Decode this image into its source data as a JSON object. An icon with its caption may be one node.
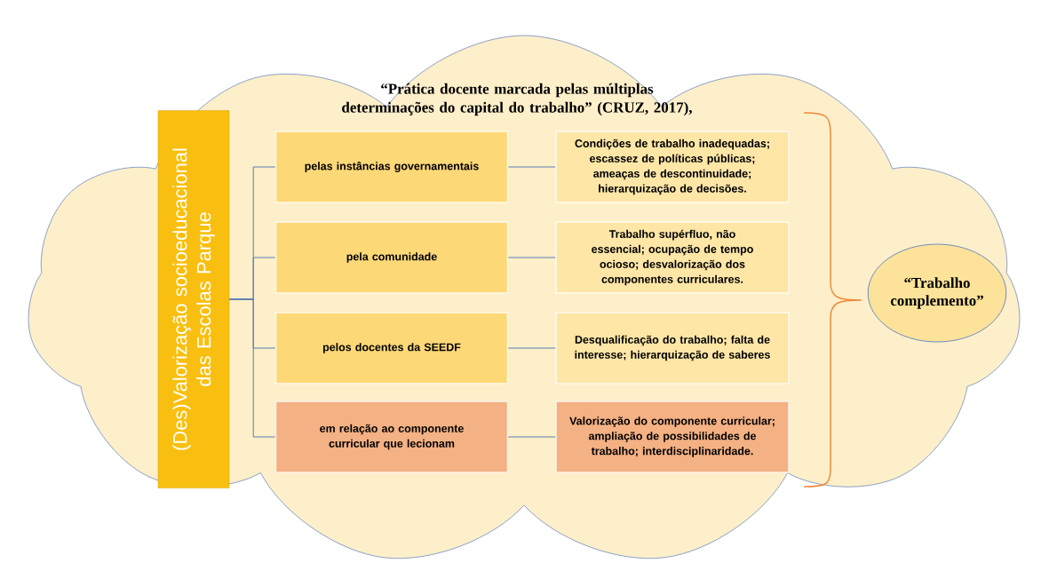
{
  "diagram": {
    "nodes": [
      {
        "text": [
          "“Prática docente marcada pelas múltiplas determinações do capital do trabalho” (CRUZ, 2017),"
        ]
      },
      {
        "text": [
          "(Des)Valorização socioeducacional das Escolas Parque"
        ],
        "in": 0
      },
      {
        "text": [
          "pelas instâncias governamentais"
        ],
        "in": 0
      },
      {
        "text": [
          "pela comunidade"
        ],
        "in": 0
      },
      {
        "text": [
          "pelos docentes da SEEDF"
        ],
        "in": 0
      },
      {
        "text": [
          "em relação ao componente curricular que lecionam"
        ],
        "in": 0
      },
      {
        "text": [
          "Condições de trabalho inadequadas; escassez de políticas públicas; ameaças de descontinuidade; hierarquização de decisões."
        ],
        "in": 0
      },
      {
        "text": [
          "Trabalho supérfluo, não essencial; ocupação de tempo ocioso; desvalorização dos componentes curriculares."
        ],
        "in": 0
      },
      {
        "text": [
          "Desqualificação do trabalho; falta de interesse; hierarquização de saberes"
        ],
        "in": 0
      },
      {
        "text": [
          "Valorização do componente curricular; ampliação de possibilidades de trabalho; interdisciplinaridade."
        ],
        "in": 0
      },
      {
        "text": [
          "“Trabalho complemento”"
        ],
        "in": 0
      }
    ],
    "edges": [
      {
        "from": 1,
        "to": 2,
        "arrow": "none"
      },
      {
        "from": 1,
        "to": 3,
        "arrow": "none"
      },
      {
        "from": 1,
        "to": 4,
        "arrow": "none"
      },
      {
        "from": 1,
        "to": 5,
        "arrow": "none"
      },
      {
        "from": 2,
        "to": 6,
        "arrow": "none"
      },
      {
        "from": 3,
        "to": 7,
        "arrow": "none"
      },
      {
        "from": 4,
        "to": 8,
        "arrow": "none"
      },
      {
        "from": 5,
        "to": 9,
        "arrow": "none"
      }
    ]
  }
}
